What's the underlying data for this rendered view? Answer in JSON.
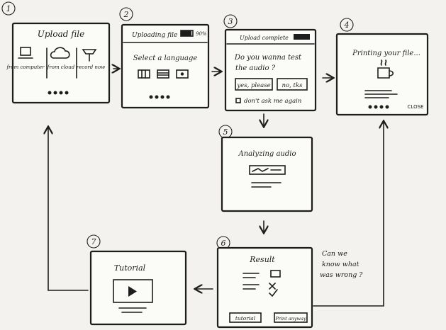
{
  "steps": {
    "s1": {
      "number": "1",
      "title": "Upload file",
      "options": [
        "from computer",
        "from cloud",
        "record now"
      ]
    },
    "s2": {
      "number": "2",
      "header": "Uploading file",
      "percent": "90%",
      "prompt": "Select a language"
    },
    "s3": {
      "number": "3",
      "header": "Upload complete",
      "question_line1": "Do you wanna test",
      "question_line2": "the audio ?",
      "yes_button": "yes, please",
      "no_button": "no, tks",
      "checkbox_label": "don't ask me again"
    },
    "s4": {
      "number": "4",
      "title": "Printing your file...",
      "close": "CLOSE"
    },
    "s5": {
      "number": "5",
      "title": "Analyzing audio"
    },
    "s6": {
      "number": "6",
      "title": "Result",
      "tutorial_button": "tutorial",
      "print_button": "Print anyway"
    },
    "s7": {
      "number": "7",
      "title": "Tutorial"
    }
  },
  "note": {
    "line1": "Can we",
    "line2": "know what",
    "line3": "was wrong ?"
  }
}
